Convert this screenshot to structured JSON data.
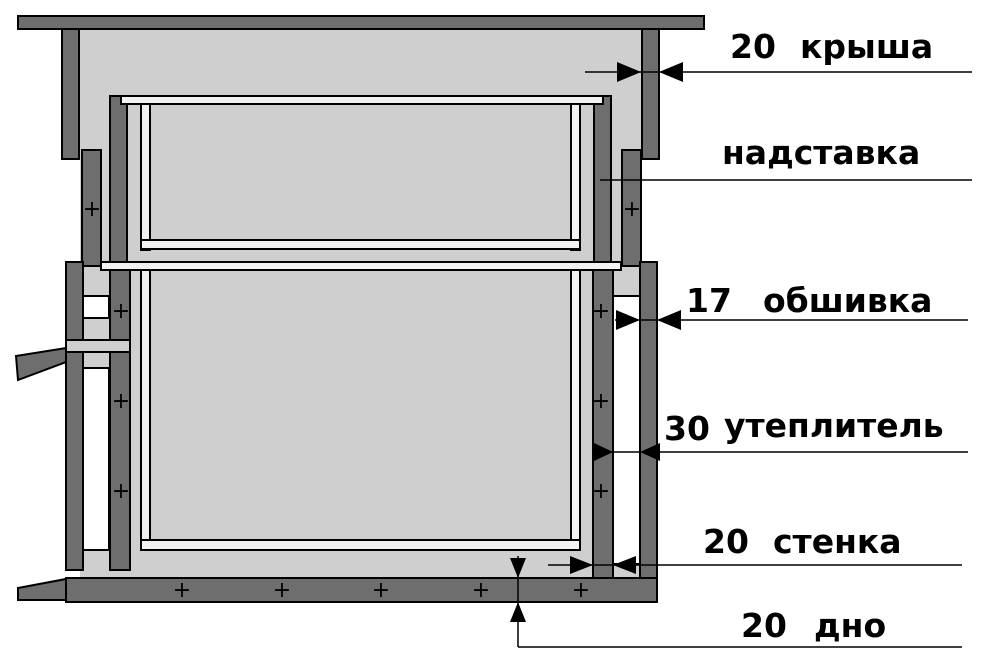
{
  "diagram": {
    "colors": {
      "wood": "#6e6e6e",
      "interior": "#cfcfcf",
      "frame": "#f2f2f2",
      "insulation": "#ffffff",
      "line": "#000000"
    },
    "labels": {
      "roof": {
        "value": "20",
        "name": "крыша"
      },
      "super": {
        "name": "надставка"
      },
      "cladding": {
        "value": "17",
        "name": "обшивка"
      },
      "insulation": {
        "value": "30",
        "name": "утеплитель"
      },
      "wall": {
        "value": "20",
        "name": "стенка"
      },
      "bottom": {
        "value": "20",
        "name": "дно"
      }
    },
    "screw_mark": "+"
  }
}
